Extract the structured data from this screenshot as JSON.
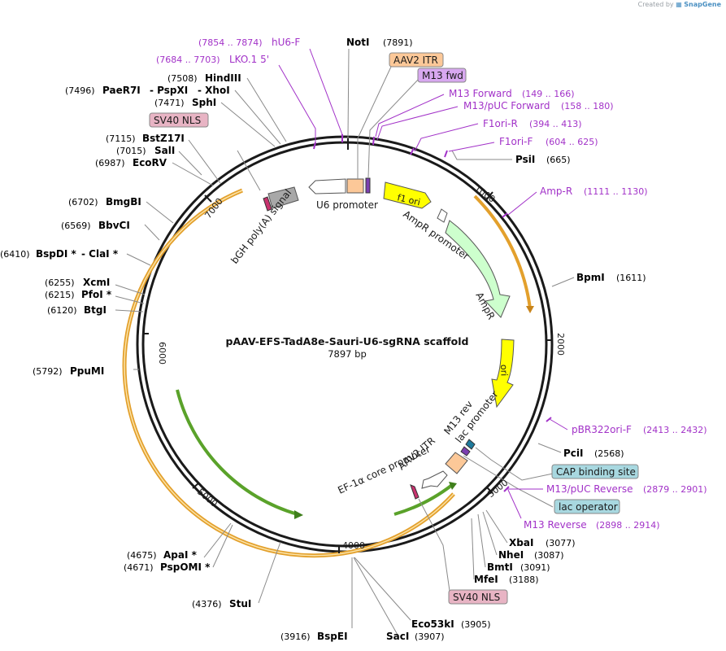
{
  "credit": {
    "prefix": "Created by",
    "brand": "SnapGene"
  },
  "plasmid": {
    "name": "pAAV-EFS-TadA8e-Sauri-U6-sgRNA scaffold",
    "length_label": "7897 bp"
  },
  "ticks": [
    "1000",
    "2000",
    "3000",
    "4000",
    "5000",
    "6000",
    "7000"
  ],
  "sites": [
    {
      "name": "NotI",
      "pos": "(7891)"
    },
    {
      "name": "PsiI",
      "pos": "(665)"
    },
    {
      "name": "BpmI",
      "pos": "(1611)"
    },
    {
      "name": "PciI",
      "pos": "(2568)"
    },
    {
      "name": "XbaI",
      "pos": "(3077)"
    },
    {
      "name": "NheI",
      "pos": "(3087)"
    },
    {
      "name": "BmtI",
      "pos": "(3091)"
    },
    {
      "name": "MfeI",
      "pos": "(3188)"
    },
    {
      "name": "Eco53kI",
      "pos": "(3905)"
    },
    {
      "name": "SacI",
      "pos": "(3907)"
    },
    {
      "name": "BspEI",
      "pos": "(3916)"
    },
    {
      "name": "StuI",
      "pos": "(4376)"
    },
    {
      "name": "ApaI *",
      "pos": "(4675)"
    },
    {
      "name": "PspOMI *",
      "pos": "(4671)"
    },
    {
      "name": "PpuMI",
      "pos": "(5792)"
    },
    {
      "name": "BtgI",
      "pos": "(6120)"
    },
    {
      "name": "PfoI *",
      "pos": "(6215)"
    },
    {
      "name": "XcmI",
      "pos": "(6255)"
    },
    {
      "name": "BspDI *",
      "pos": "(6410)"
    },
    {
      "name": "- ClaI *",
      "pos": ""
    },
    {
      "name": "BbvCI",
      "pos": "(6569)"
    },
    {
      "name": "BmgBI",
      "pos": "(6702)"
    },
    {
      "name": "EcoRV",
      "pos": "(6987)"
    },
    {
      "name": "SalI",
      "pos": "(7015)"
    },
    {
      "name": "BstZ17I",
      "pos": "(7115)"
    },
    {
      "name": "SphI",
      "pos": "(7471)"
    },
    {
      "name": "PaeR7I",
      "pos": "(7496)"
    },
    {
      "name": "- PspXI",
      "pos": ""
    },
    {
      "name": "- XhoI",
      "pos": ""
    },
    {
      "name": "HindIII",
      "pos": "(7508)"
    }
  ],
  "primers": [
    {
      "name": "hU6-F",
      "range": "(7854 .. 7874)"
    },
    {
      "name": "LKO.1 5'",
      "range": "(7684 .. 7703)"
    },
    {
      "name": "M13 Forward",
      "range": "(149 .. 166)"
    },
    {
      "name": "M13/pUC Forward",
      "range": "(158 .. 180)"
    },
    {
      "name": "F1ori-R",
      "range": "(394 .. 413)"
    },
    {
      "name": "F1ori-F",
      "range": "(604 .. 625)"
    },
    {
      "name": "Amp-R",
      "range": "(1111 .. 1130)"
    },
    {
      "name": "pBR322ori-F",
      "range": "(2413 .. 2432)"
    },
    {
      "name": "M13/pUC Reverse",
      "range": "(2879 .. 2901)"
    },
    {
      "name": "M13 Reverse",
      "range": "(2898 .. 2914)"
    }
  ],
  "boxed": [
    {
      "name": "AAV2 ITR"
    },
    {
      "name": "M13 fwd"
    },
    {
      "name": "SV40 NLS"
    },
    {
      "name": "CAP binding site"
    },
    {
      "name": "lac operator"
    },
    {
      "name": "SV40 NLS"
    }
  ],
  "features": [
    {
      "name": "U6 promoter"
    },
    {
      "name": "bGH poly(A) signal"
    },
    {
      "name": "f1 ori"
    },
    {
      "name": "AmpR promoter"
    },
    {
      "name": "AmpR"
    },
    {
      "name": "ori"
    },
    {
      "name": "M13 rev"
    },
    {
      "name": "lac promoter"
    },
    {
      "name": "AAV2 ITR"
    },
    {
      "name": "EF-1α core promoter"
    }
  ],
  "colors": {
    "site": "#000000",
    "primer": "#a232c8",
    "leader": "#8a8a8a",
    "itr": "#fcc898",
    "m13fwd": "#d8a8f0",
    "nls": "#e8b4c4",
    "cap": "#a8d8e0",
    "ori": "#ffff00",
    "ampr": "#cdffcd",
    "orfOrange": "#e3a02c",
    "orfGreen": "#5aa22a"
  }
}
